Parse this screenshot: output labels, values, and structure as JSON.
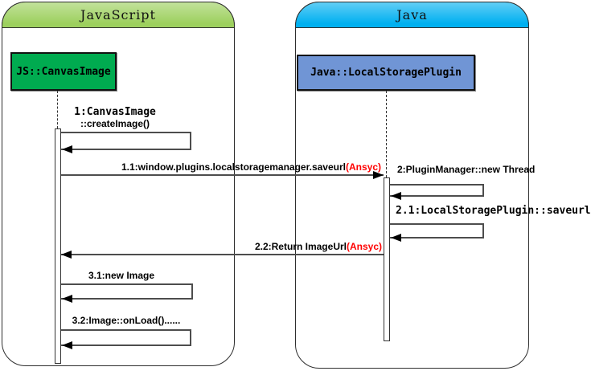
{
  "diagram": {
    "type": "uml-sequence",
    "frames": {
      "javascript": {
        "title": "JavaScript"
      },
      "java": {
        "title": "Java"
      }
    },
    "objects": {
      "canvas_image": {
        "label": "JS::CanvasImage"
      },
      "local_storage_plugin": {
        "label": "Java::LocalStoragePlugin"
      }
    },
    "messages": {
      "m1": {
        "line1": "1:CanvasImage",
        "line2": "::createImage()"
      },
      "m1_1": {
        "text": "1.1:window.plugins.localstoragemanager.saveurl",
        "suffix": "(Ansyc)"
      },
      "m2": {
        "text": "2:PluginManager::new Thread"
      },
      "m2_1": {
        "text": "2.1:LocalStoragePlugin::saveurl"
      },
      "m2_2": {
        "text": "2.2:Return ImageUrl",
        "suffix": "(Ansyc)"
      },
      "m3_1": {
        "text": "3.1:new Image"
      },
      "m3_2": {
        "text": "3.2:Image::onLoad()......"
      }
    },
    "colors": {
      "js_header": "#9dd05e",
      "java_header": "#00b0f0",
      "canvas_image_box": "#00ab50",
      "plugin_box": "#7095d5",
      "async_suffix": "#ff0000",
      "line": "#4d4d4d"
    }
  }
}
